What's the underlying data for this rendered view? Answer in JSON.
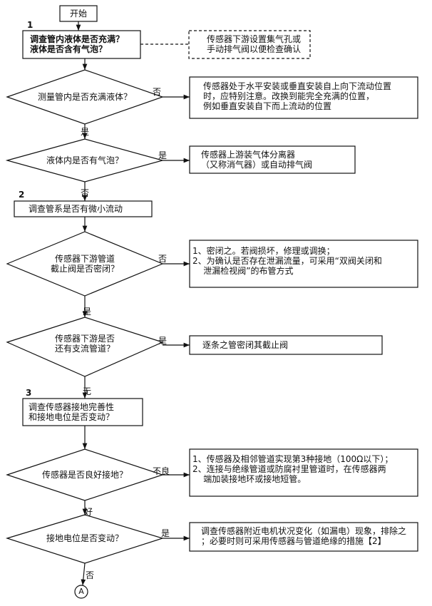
{
  "start": "开始",
  "end_connector": "A",
  "step1": {
    "num": "1",
    "box": "调查管内液体是否充满？\n液体是否含有气泡？",
    "note": "传感器下游设置集气孔或\n手动排气阀以便检查确认"
  },
  "d1": {
    "text": "测量管内是否充满液体？",
    "no_label": "否",
    "yes_label": "是",
    "action": "传感器处于水平安装或垂直安装自上向下流动位置\n时，应特别注意。改换到能完全充满的位置，\n例如垂直安装自下而上流动的位置"
  },
  "d2": {
    "text": "液体内是否有气泡？",
    "yes_label": "是",
    "no_label": "否",
    "action": "传感器上游装气体分离器\n（又称消气器）或自动排气阀"
  },
  "step2": {
    "num": "2",
    "box": "调查管系是否有微小流动"
  },
  "d3": {
    "text": "传感器下游管道\n截止阀是否密闭？",
    "no_label": "否",
    "yes_label": "是",
    "action": "1、密闭之。若阀损坏，修理或调换；\n2、为确认是否存在泄漏流量，可采用“双阀关闭和\n    泄漏检视阀”的布管方式"
  },
  "d4": {
    "text": "传感器下游是否\n还有支流管道？",
    "yes_label": "是",
    "no_label": "无",
    "action": "逐条之管密闭其截止阀"
  },
  "step3": {
    "num": "3",
    "box": "调查传感器接地完善性\n和接地电位是否变动？"
  },
  "d5": {
    "text": "传感器是否良好接地？",
    "bad_label": "不良",
    "good_label": "好",
    "action": "1、传感器及相邻管道实现第3种接地（100Ω以下）；\n2、连接与绝缘管道或防腐衬里管道时，在传感器两\n    端加装接地环或接地短管。"
  },
  "d6": {
    "text": "接地电位是否变动？",
    "yes_label": "是",
    "no_label": "否",
    "action": "调查传感器附近电机状况变化（如漏电）现象，排除之\n；必要时则可采用传感器与管道绝缘的措施【2】"
  }
}
